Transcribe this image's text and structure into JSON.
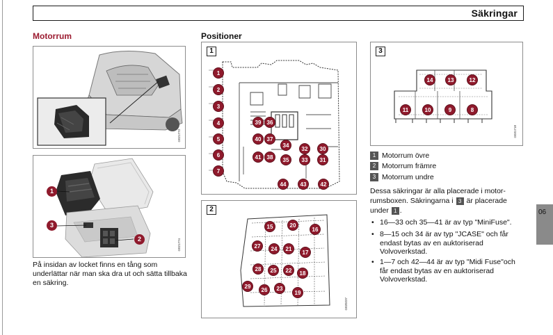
{
  "header": {
    "title": "Säkringar"
  },
  "left": {
    "title": "Motorrum",
    "image1_code": "G021773",
    "image2_code": "G021774",
    "callouts": [
      "1",
      "2",
      "3"
    ],
    "caption": "På insidan av locket finns en tång som underlättar när man ska dra ut och sätta tillbaka en säkring."
  },
  "middle": {
    "title": "Positioner",
    "box1": {
      "num": "1",
      "left_fuses": [
        "1",
        "2",
        "3",
        "4",
        "5",
        "6",
        "7"
      ],
      "inner_fuses": [
        "39",
        "36",
        "40",
        "37",
        "41",
        "38",
        "34",
        "32",
        "30",
        "35",
        "33",
        "31"
      ],
      "bottom_fuses": [
        "44",
        "43",
        "42"
      ]
    },
    "box2": {
      "num": "2",
      "fuses": [
        "15",
        "20",
        "16",
        "27",
        "24",
        "21",
        "17",
        "28",
        "25",
        "22",
        "18",
        "29",
        "26",
        "23",
        "19"
      ],
      "code": "G020237"
    }
  },
  "right": {
    "box3": {
      "num": "3",
      "fuses": [
        "14",
        "13",
        "12",
        "11",
        "10",
        "9",
        "8"
      ],
      "code": "G031718"
    },
    "legend": [
      {
        "key": "1",
        "label": "Motorrum övre"
      },
      {
        "key": "2",
        "label": "Motorrum främre"
      },
      {
        "key": "3",
        "label": "Motorrum undre"
      }
    ],
    "para": {
      "line1": "Dessa säkringar är alla placerade i motor-",
      "line2_a": "rumsboxen. Säkringarna i",
      "line2_key": "3",
      "line2_b": "är placerade",
      "line3_a": "under",
      "line3_key": "1",
      "line3_b": "."
    },
    "bullets": [
      "16—33 och 35—41 är av typ \"MiniFuse\".",
      "8—15 och 34 är av typ \"JCASE\" och får endast bytas av en auktoriserad Volvoverkstad.",
      "1—7 och 42—44 är av typ \"Midi Fuse\"och får endast bytas av en auktoriserad Volvoverkstad."
    ]
  },
  "side_tab": "06",
  "colors": {
    "fuse": "#8f1a2c",
    "title_red": "#9b1b30",
    "tab": "#8a8a8a"
  }
}
